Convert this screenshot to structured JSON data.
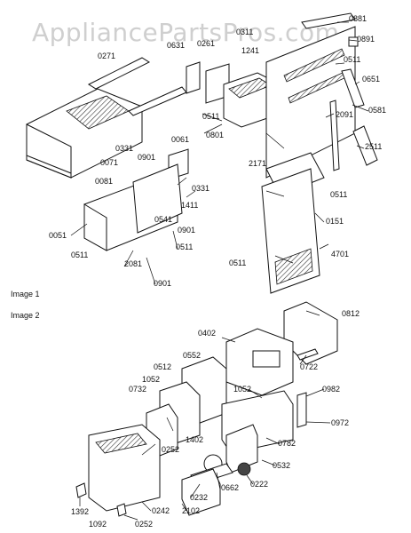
{
  "watermark": "AppliancePartsPros.com",
  "sections": {
    "image1": "Image 1",
    "image2": "Image 2"
  },
  "image1_labels": [
    "0881",
    "0891",
    "0511",
    "0651",
    "0581",
    "2091",
    "2511",
    "0271",
    "0631",
    "0261",
    "0311",
    "1241",
    "0511",
    "0801",
    "2171",
    "0061",
    "0331",
    "0901",
    "0071",
    "0081",
    "0331",
    "1411",
    "0541",
    "0901",
    "0051",
    "0511",
    "2081",
    "0511",
    "0901",
    "0511",
    "0151",
    "4701",
    "0511"
  ],
  "image2_labels": [
    "0812",
    "0402",
    "0722",
    "0552",
    "0512",
    "1052",
    "0732",
    "1052",
    "0982",
    "0972",
    "1402",
    "0252",
    "0782",
    "0532",
    "0222",
    "0662",
    "0232",
    "1392",
    "0242",
    "2102",
    "1092",
    "0252"
  ]
}
